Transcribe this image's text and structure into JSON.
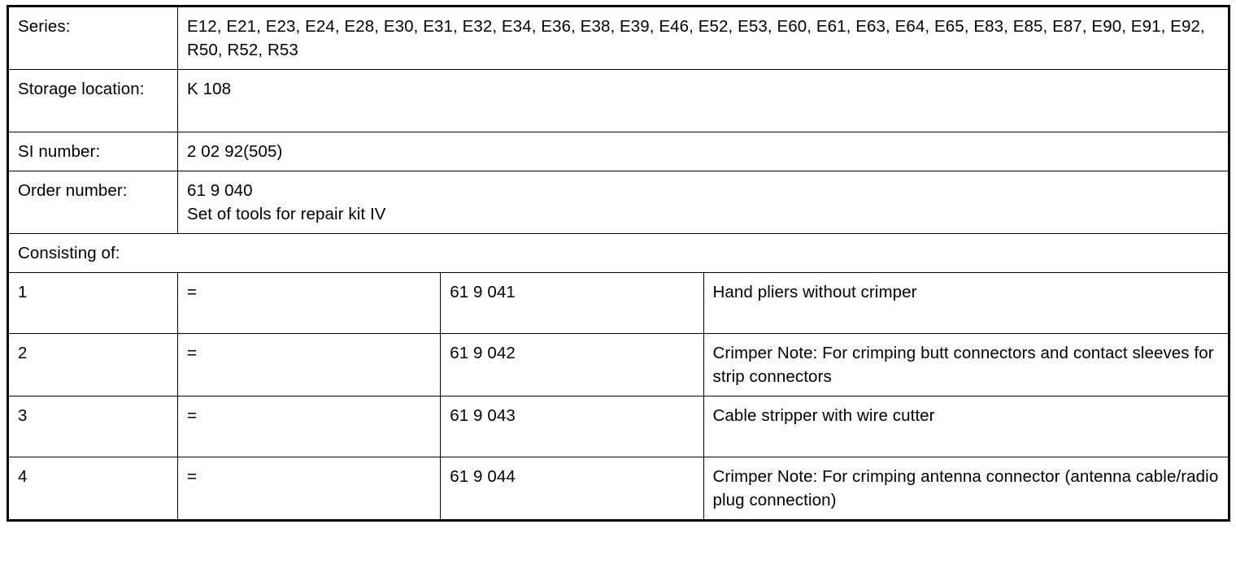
{
  "document": {
    "type": "specification-table",
    "colors": {
      "border": "#000000",
      "text": "#000000",
      "background": "#ffffff"
    }
  },
  "info_rows": [
    {
      "label": "Series:",
      "value": "E12, E21, E23, E24, E28, E30, E31, E32, E34, E36, E38, E39, E46, E52, E53, E60, E61, E63, E64, E65, E83, E85, E87, E90, E91, E92, R50, R52, R53"
    },
    {
      "label": "Storage location:",
      "value": "K 108"
    },
    {
      "label": "SI number:",
      "value": "2 02 92(505)"
    },
    {
      "label": "Order number:",
      "value": "61 9 040\nSet of tools for repair kit IV"
    }
  ],
  "consisting_of_heading": "Consisting of:",
  "equals_symbol": "=",
  "parts": [
    {
      "index": "1",
      "equals": "=",
      "part_number": "61 9 041",
      "description": "Hand pliers without crimper"
    },
    {
      "index": "2",
      "equals": "=",
      "part_number": "61 9 042",
      "description": "Crimper Note: For crimping butt connectors and contact sleeves for strip connectors"
    },
    {
      "index": "3",
      "equals": "=",
      "part_number": "61 9 043",
      "description": "Cable stripper with wire cutter"
    },
    {
      "index": "4",
      "equals": "=",
      "part_number": "61 9 044",
      "description": "Crimper Note: For crimping antenna connector (antenna cable/radio plug connection)"
    }
  ]
}
